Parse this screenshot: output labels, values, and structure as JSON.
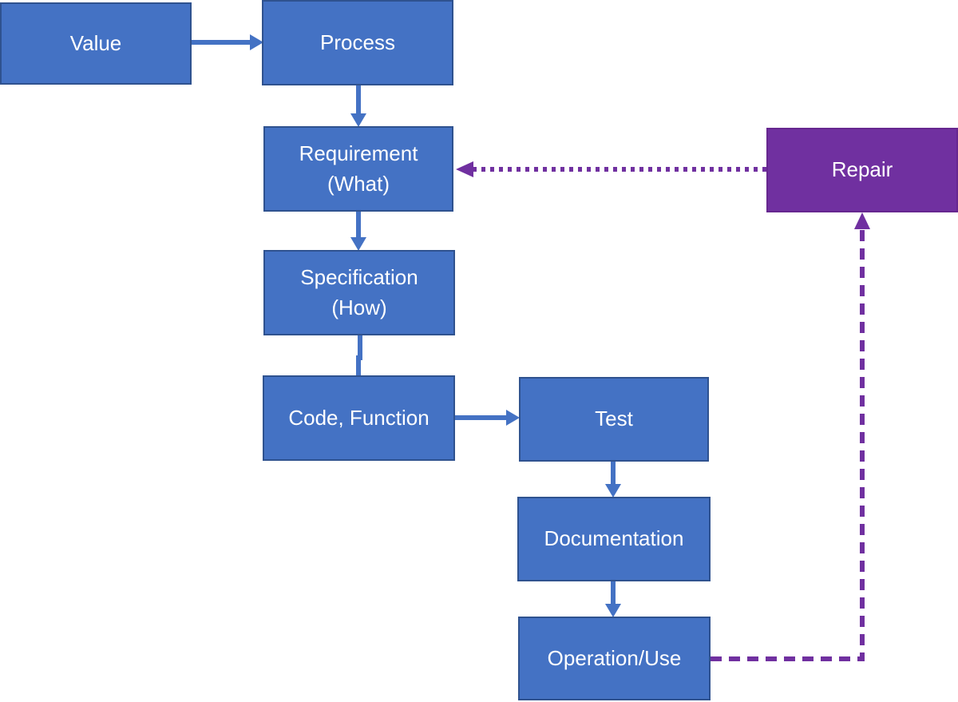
{
  "diagram": {
    "type": "flowchart",
    "colors": {
      "node_fill": "#4472C4",
      "node_border": "#2F528F",
      "repair_fill": "#7030A0",
      "arrow_blue": "#4472C4",
      "arrow_purple": "#7030A0",
      "text": "#FFFFFF",
      "background": "#FFFFFF"
    },
    "nodes": [
      {
        "id": "value",
        "label": "Value"
      },
      {
        "id": "process",
        "label": "Process"
      },
      {
        "id": "requirement",
        "label": "Requirement",
        "label2": "(What)"
      },
      {
        "id": "specification",
        "label": "Specification",
        "label2": "(How)"
      },
      {
        "id": "code",
        "label": "Code, Function"
      },
      {
        "id": "test",
        "label": "Test"
      },
      {
        "id": "documentation",
        "label": "Documentation"
      },
      {
        "id": "operation",
        "label": "Operation/Use"
      },
      {
        "id": "repair",
        "label": "Repair"
      }
    ],
    "edges": [
      {
        "from": "value",
        "to": "process",
        "style": "solid-arrow",
        "color": "#4472C4"
      },
      {
        "from": "process",
        "to": "requirement",
        "style": "solid-arrow",
        "color": "#4472C4"
      },
      {
        "from": "requirement",
        "to": "specification",
        "style": "solid-arrow",
        "color": "#4472C4"
      },
      {
        "from": "specification",
        "to": "code",
        "style": "solid-line",
        "color": "#4472C4"
      },
      {
        "from": "code",
        "to": "test",
        "style": "solid-arrow",
        "color": "#4472C4"
      },
      {
        "from": "test",
        "to": "documentation",
        "style": "solid-arrow",
        "color": "#4472C4"
      },
      {
        "from": "documentation",
        "to": "operation",
        "style": "solid-arrow",
        "color": "#4472C4"
      },
      {
        "from": "operation",
        "to": "repair",
        "style": "dashed-arrow",
        "color": "#7030A0"
      },
      {
        "from": "repair",
        "to": "requirement",
        "style": "dotted-arrow",
        "color": "#7030A0"
      }
    ]
  }
}
